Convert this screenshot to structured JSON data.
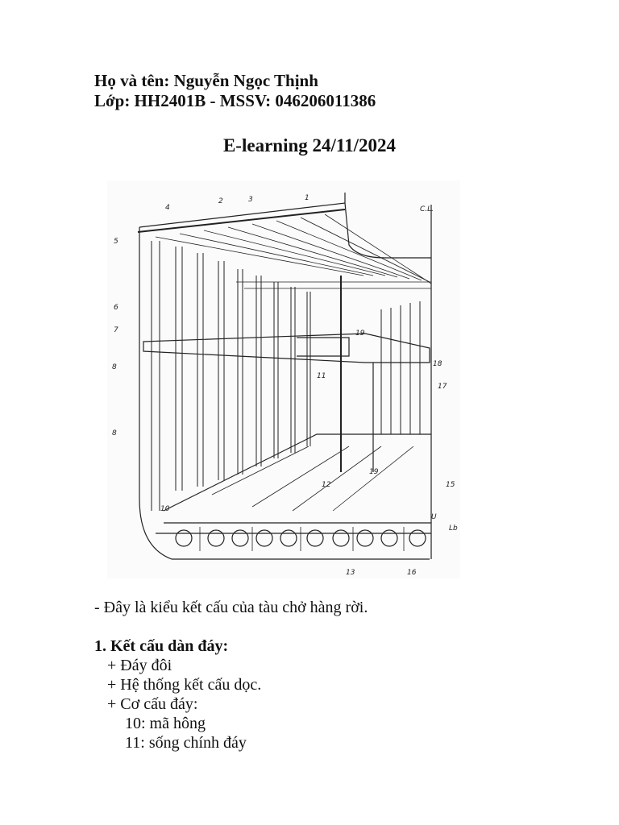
{
  "header": {
    "name_line": "Họ và tên: Nguyễn Ngọc Thịnh",
    "class_line": "Lớp: HH2401B - MSSV: 046206011386"
  },
  "title": "E-learning 24/11/2024",
  "figure": {
    "labels": [
      "1",
      "2",
      "3",
      "4",
      "5",
      "6",
      "7",
      "8",
      "8",
      "10",
      "11",
      "12",
      "13",
      "15",
      "16",
      "17",
      "18",
      "19",
      "19",
      "U",
      "Lb",
      "C.L."
    ]
  },
  "content": {
    "intro": "- Đây là kiểu kết cấu của tàu chở hàng rời.",
    "section1_title": "1. Kết cấu dàn đáy:",
    "items": [
      "+ Đáy đôi",
      "+ Hệ thống kết cấu dọc.",
      "+ Cơ cấu đáy:"
    ],
    "sub_items": [
      "10: mã hông",
      "11: sống chính đáy"
    ]
  }
}
